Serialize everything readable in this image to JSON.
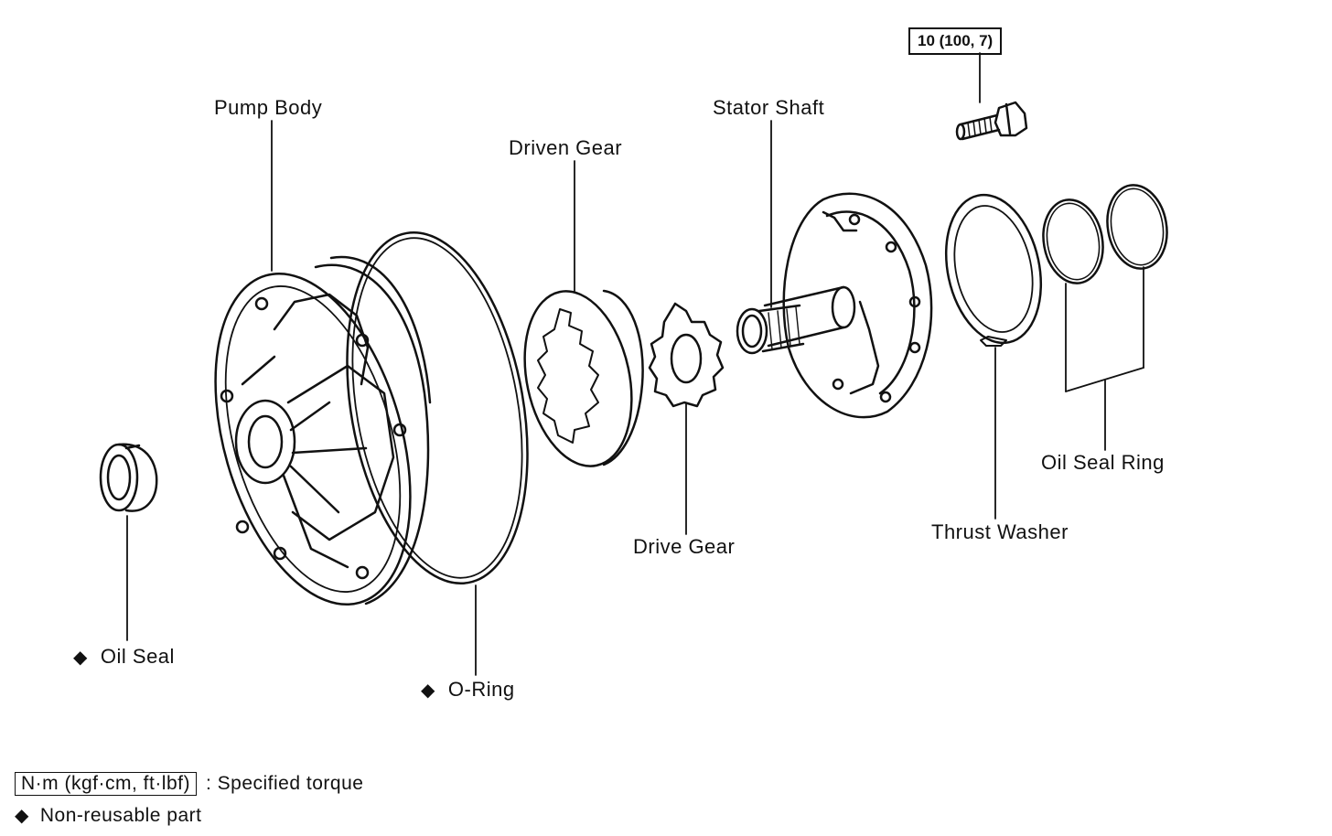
{
  "labels": {
    "torque_value": "10 (100, 7)",
    "pump_body": "Pump Body",
    "driven_gear": "Driven Gear",
    "stator_shaft": "Stator Shaft",
    "oil_seal_ring": "Oil Seal Ring",
    "thrust_washer": "Thrust Washer",
    "drive_gear": "Drive Gear",
    "oil_seal": "Oil Seal",
    "o_ring": "O-Ring"
  },
  "legend": {
    "torque_unit": "N·m (kgf·cm, ft·lbf)",
    "torque_desc": ": Specified torque",
    "nonreusable_desc": "Non-reusable part"
  },
  "symbols": {
    "nonreusable_marker": "◆"
  }
}
